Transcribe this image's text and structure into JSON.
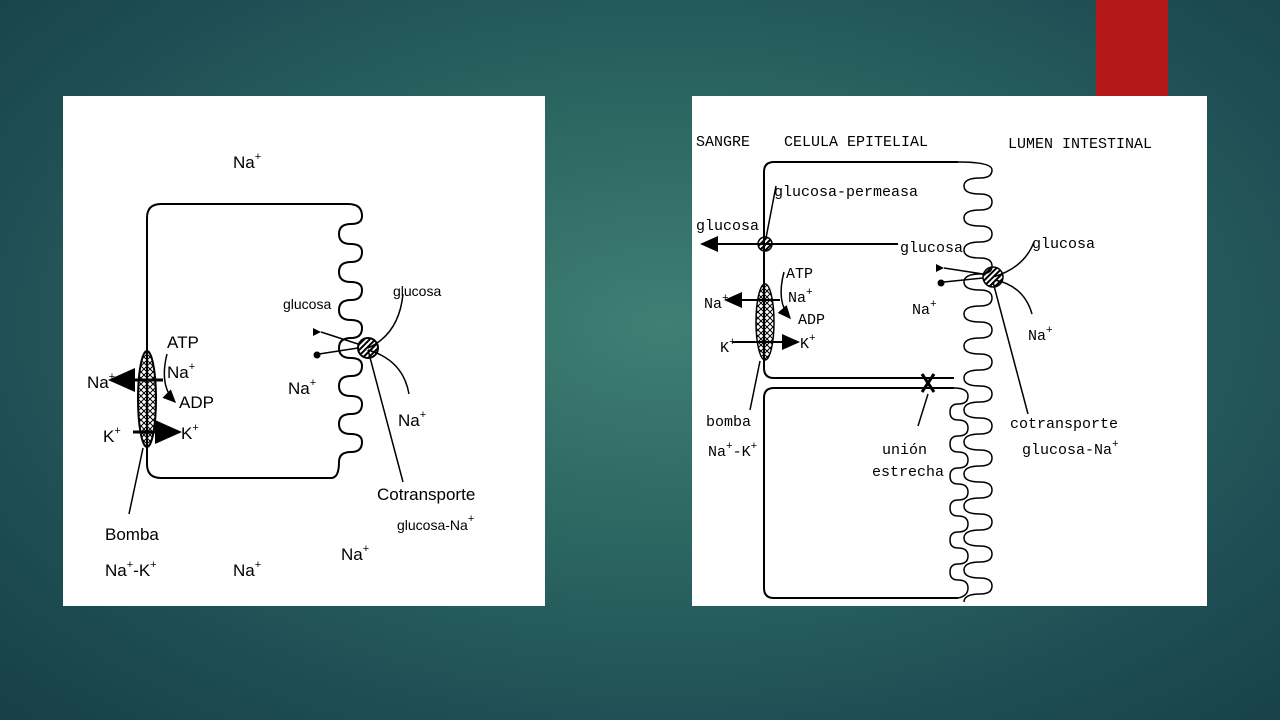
{
  "slide": {
    "accent_color": "#b51818"
  },
  "left_diagram": {
    "na_top": "Na",
    "na_top_sup": "+",
    "glucosa_in": "glucosa",
    "glucosa_out": "glucosa",
    "na_mid": "Na",
    "na_mid_sup": "+",
    "na_lumen": "Na",
    "na_lumen_sup": "+",
    "atp": "ATP",
    "na_pump": "Na",
    "na_pump_sup": "+",
    "adp": "ADP",
    "k_pump": "K",
    "k_pump_sup": "+",
    "na_left": "Na",
    "na_left_sup": "+",
    "k_left": "K",
    "k_left_sup": "+",
    "cotransporte_1": "Cotransporte",
    "cotransporte_2": "glucosa-Na",
    "cotransporte_2_sup": "+",
    "bomba_1": "Bomba",
    "bomba_2a": "Na",
    "bomba_2a_sup": "+",
    "bomba_2b": "-K",
    "bomba_2b_sup": "+",
    "na_bottom_1": "Na",
    "na_bottom_1_sup": "+",
    "na_bottom_2": "Na",
    "na_bottom_2_sup": "+"
  },
  "right_diagram": {
    "sangre": "SANGRE",
    "celula": "CELULA EPITELIAL",
    "lumen": "LUMEN INTESTINAL",
    "permeasa": "glucosa-permeasa",
    "glucosa_blood": "glucosa",
    "glucosa_cell": "glucosa",
    "glucosa_lumen": "glucosa",
    "atp": "ATP",
    "na_pump": "Na",
    "na_pump_sup": "+",
    "adp": "ADP",
    "k_pump": "K",
    "k_pump_sup": "+",
    "na_left": "Na",
    "na_left_sup": "+",
    "k_left": "K",
    "k_left_sup": "+",
    "na_cell": "Na",
    "na_cell_sup": "+",
    "na_lumen": "Na",
    "na_lumen_sup": "+",
    "bomba_1": "bomba",
    "bomba_2a": "Na",
    "bomba_2a_sup": "+",
    "bomba_2b": "-K",
    "bomba_2b_sup": "+",
    "union_1": "unión",
    "union_2": "estrecha",
    "cotransporte_1": "cotransporte",
    "cotransporte_2": "glucosa-Na",
    "cotransporte_2_sup": "+"
  }
}
